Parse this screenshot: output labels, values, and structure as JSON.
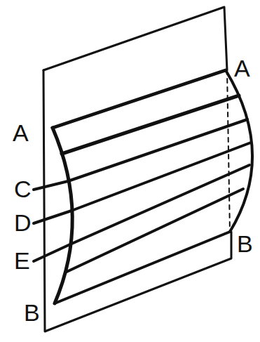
{
  "diagram": {
    "labels": [
      "A",
      "A",
      "C",
      "D",
      "E",
      "B",
      "B"
    ]
  }
}
